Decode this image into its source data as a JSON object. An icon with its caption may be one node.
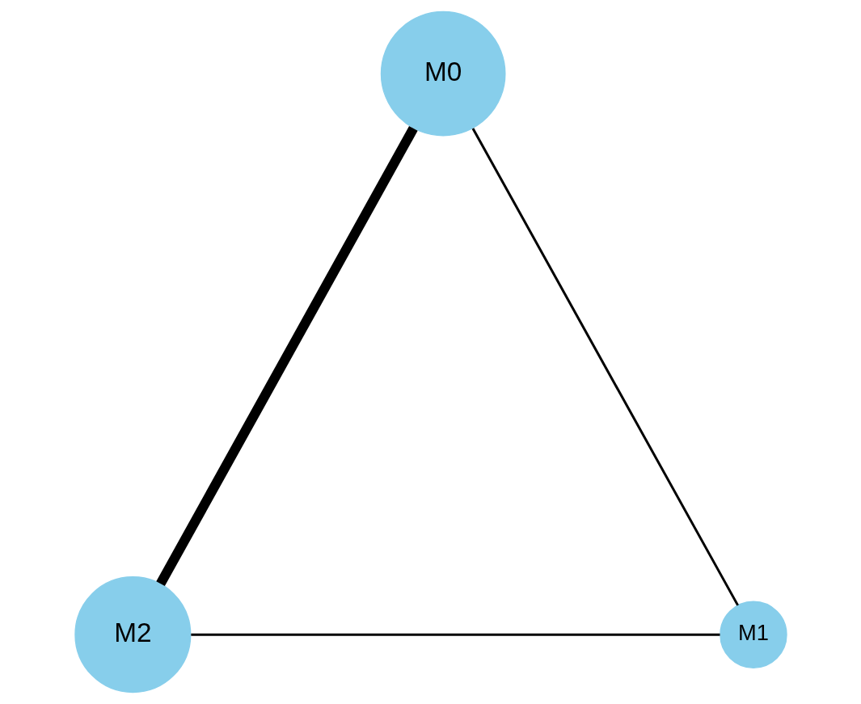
{
  "diagram": {
    "nodes": [
      {
        "text": [
          "M0"
        ]
      },
      {
        "text": [
          "M2"
        ]
      },
      {
        "text": [
          "M1"
        ]
      }
    ],
    "edges": [
      {
        "from": 0,
        "to": 1,
        "arrow": "none",
        "style": "thick"
      },
      {
        "from": 0,
        "to": 2,
        "arrow": "none"
      },
      {
        "from": 1,
        "to": 2,
        "arrow": "none"
      }
    ]
  }
}
